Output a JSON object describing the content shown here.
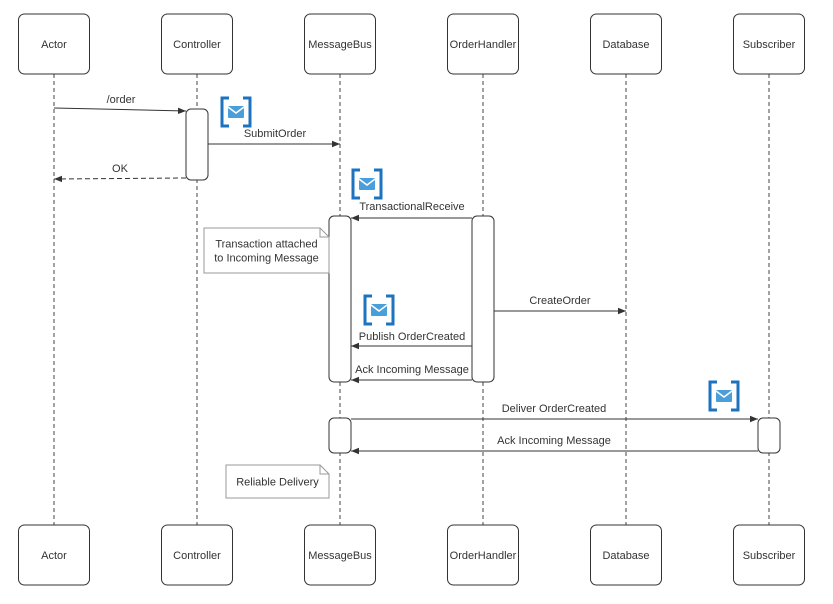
{
  "participants": [
    {
      "id": "actor",
      "label": "Actor"
    },
    {
      "id": "controller",
      "label": "Controller"
    },
    {
      "id": "messagebus",
      "label": "MessageBus"
    },
    {
      "id": "orderhandler",
      "label": "OrderHandler"
    },
    {
      "id": "database",
      "label": "Database"
    },
    {
      "id": "subscriber",
      "label": "Subscriber"
    }
  ],
  "messages": [
    {
      "label": "/order"
    },
    {
      "label": "SubmitOrder"
    },
    {
      "label": "OK"
    },
    {
      "label": "TransactionalReceive"
    },
    {
      "label": "CreateOrder"
    },
    {
      "label": "Publish OrderCreated"
    },
    {
      "label": "Ack Incoming Message"
    },
    {
      "label": "Deliver OrderCreated"
    },
    {
      "label": "Ack Incoming Message"
    }
  ],
  "notes": [
    {
      "lines": [
        "Transaction attached",
        "to Incoming Message"
      ]
    },
    {
      "lines": [
        "Reliable Delivery"
      ]
    }
  ],
  "icons": [
    {
      "name": "message-queue-icon"
    },
    {
      "name": "message-queue-icon"
    },
    {
      "name": "message-queue-icon"
    },
    {
      "name": "message-queue-icon"
    }
  ],
  "colors": {
    "icon_accent": "#1E73BE",
    "icon_fill": "#4A9FDB",
    "line": "#333333"
  }
}
